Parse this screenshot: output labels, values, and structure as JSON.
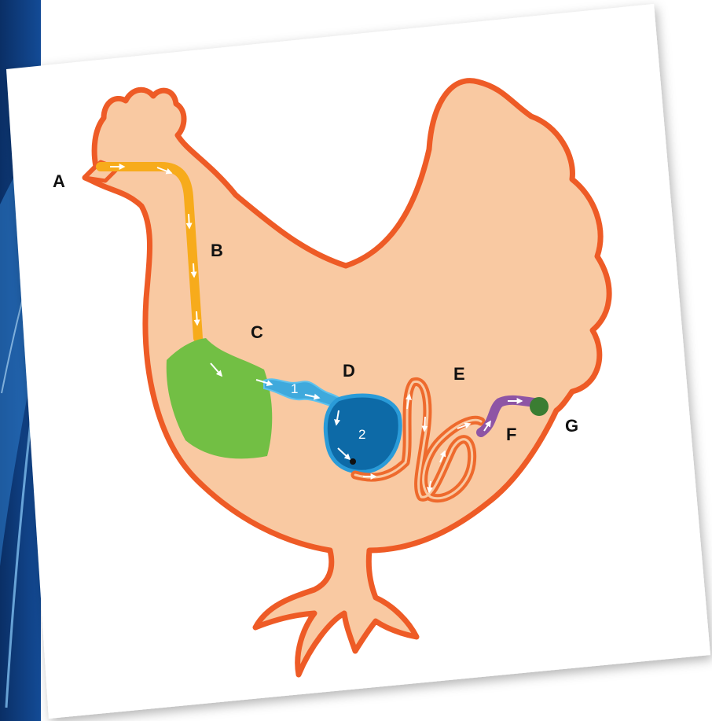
{
  "diagram": {
    "labels": {
      "A": "A",
      "B": "B",
      "C": "C",
      "D": "D",
      "E": "E",
      "F": "F",
      "G": "G"
    },
    "stomach_numbers": {
      "one": "1",
      "two": "2"
    }
  },
  "colors": {
    "background_left": "#0b3a78",
    "background_glow": "#5db3ee",
    "card": "#ffffff",
    "body_fill": "#f9c9a2",
    "body_outline": "#ee5b26",
    "esophagus": "#f7ab1b",
    "crop": "#72bf44",
    "proventriculus": "#3fa9dc",
    "gizzard": "#0d6aa7",
    "intestine": "#ee6a2d",
    "cloaca": "#8e55a5",
    "vent": "#3a7d32"
  }
}
